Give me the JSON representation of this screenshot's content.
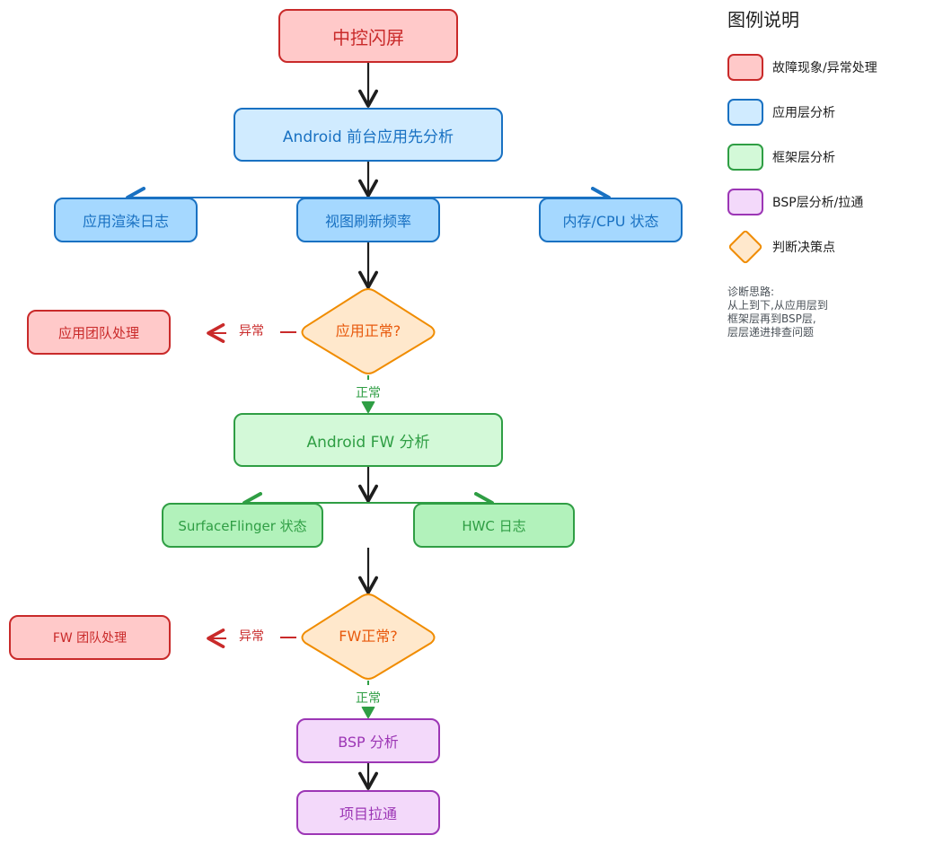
{
  "nodes": {
    "start": "中控闪屏",
    "android_app": "Android 前台应用先分析",
    "app_render_log": "应用渲染日志",
    "view_refresh": "视图刷新频率",
    "mem_cpu": "内存/CPU 状态",
    "app_ok": "应用正常?",
    "app_team": "应用团队处理",
    "android_fw": "Android FW 分析",
    "surfaceflinger": "SurfaceFlinger 状态",
    "hwc_log": "HWC 日志",
    "fw_ok": "FW正常?",
    "fw_team": "FW 团队处理",
    "bsp": "BSP 分析",
    "project": "项目拉通"
  },
  "edge_labels": {
    "app_abnormal": "异常",
    "app_normal": "正常",
    "fw_abnormal": "异常",
    "fw_normal": "正常"
  },
  "legend": {
    "title": "图例说明",
    "items": [
      {
        "label": "故障现象/异常处理",
        "color": "#ffc9c9",
        "stroke": "#c92a2a",
        "shape": "rect"
      },
      {
        "label": "应用层分析",
        "color": "#d0ebff",
        "stroke": "#1971c2",
        "shape": "rect"
      },
      {
        "label": "框架层分析",
        "color": "#d3f9d8",
        "stroke": "#2f9e44",
        "shape": "rect"
      },
      {
        "label": "BSP层分析/拉通",
        "color": "#f3d9fa",
        "stroke": "#9c36b5",
        "shape": "rect"
      },
      {
        "label": "判断决策点",
        "color": "#ffe8cc",
        "stroke": "#f08c00",
        "shape": "diamond"
      }
    ],
    "notes": [
      "诊断思路:",
      "从上到下,从应用层到",
      "框架层再到BSP层,",
      "层层递进排查问题"
    ]
  },
  "colors": {
    "red": "#c92a2a",
    "blue": "#1971c2",
    "green": "#2f9e44",
    "purple": "#9c36b5",
    "orange": "#f08c00",
    "black": "#1e1e1e"
  }
}
